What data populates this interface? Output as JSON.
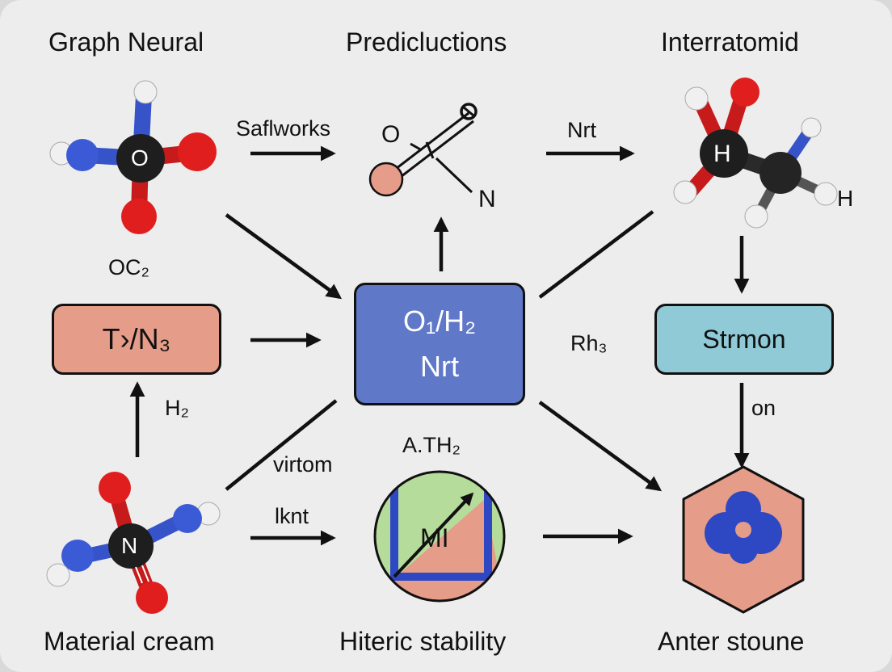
{
  "headings": {
    "top_left": "Graph Neural",
    "top_center": "Predicluctions",
    "top_right": "Interratomid",
    "bottom_left": "Material cream",
    "bottom_center": "Hiteric stability",
    "bottom_right": "Anter stoune"
  },
  "labels": {
    "oc2": "OC₂",
    "safiworks": "Saflworks",
    "nrt_top": "Nrt",
    "rh3": "Rh₃",
    "h2": "H₂",
    "ath2": "A.TH₂",
    "virtom": "virtom",
    "knt": "lknt",
    "on": "on"
  },
  "nodes": {
    "left_box": "T›/N₃",
    "center_box_line1": "O₁/H₂",
    "center_box_line2": "Nrt",
    "right_box": "Strmon",
    "chart_label": "MI"
  },
  "atoms": {
    "top_left_center": "O",
    "top_right_center": "H",
    "top_right_side": "H",
    "bottom_left_center": "N",
    "pred_o": "O",
    "pred_n": "N"
  },
  "colors": {
    "background": "#ededed",
    "salmon": "#e59c88",
    "blue_box": "#5f78c8",
    "teal_box": "#8fcad6",
    "oxygen_red": "#e01e1e",
    "nitrogen_blue": "#3b5bd6",
    "carbon_dark": "#1e1e1e",
    "hydrogen_white": "#f2f2f2",
    "chart_green": "#b6dc9c"
  }
}
